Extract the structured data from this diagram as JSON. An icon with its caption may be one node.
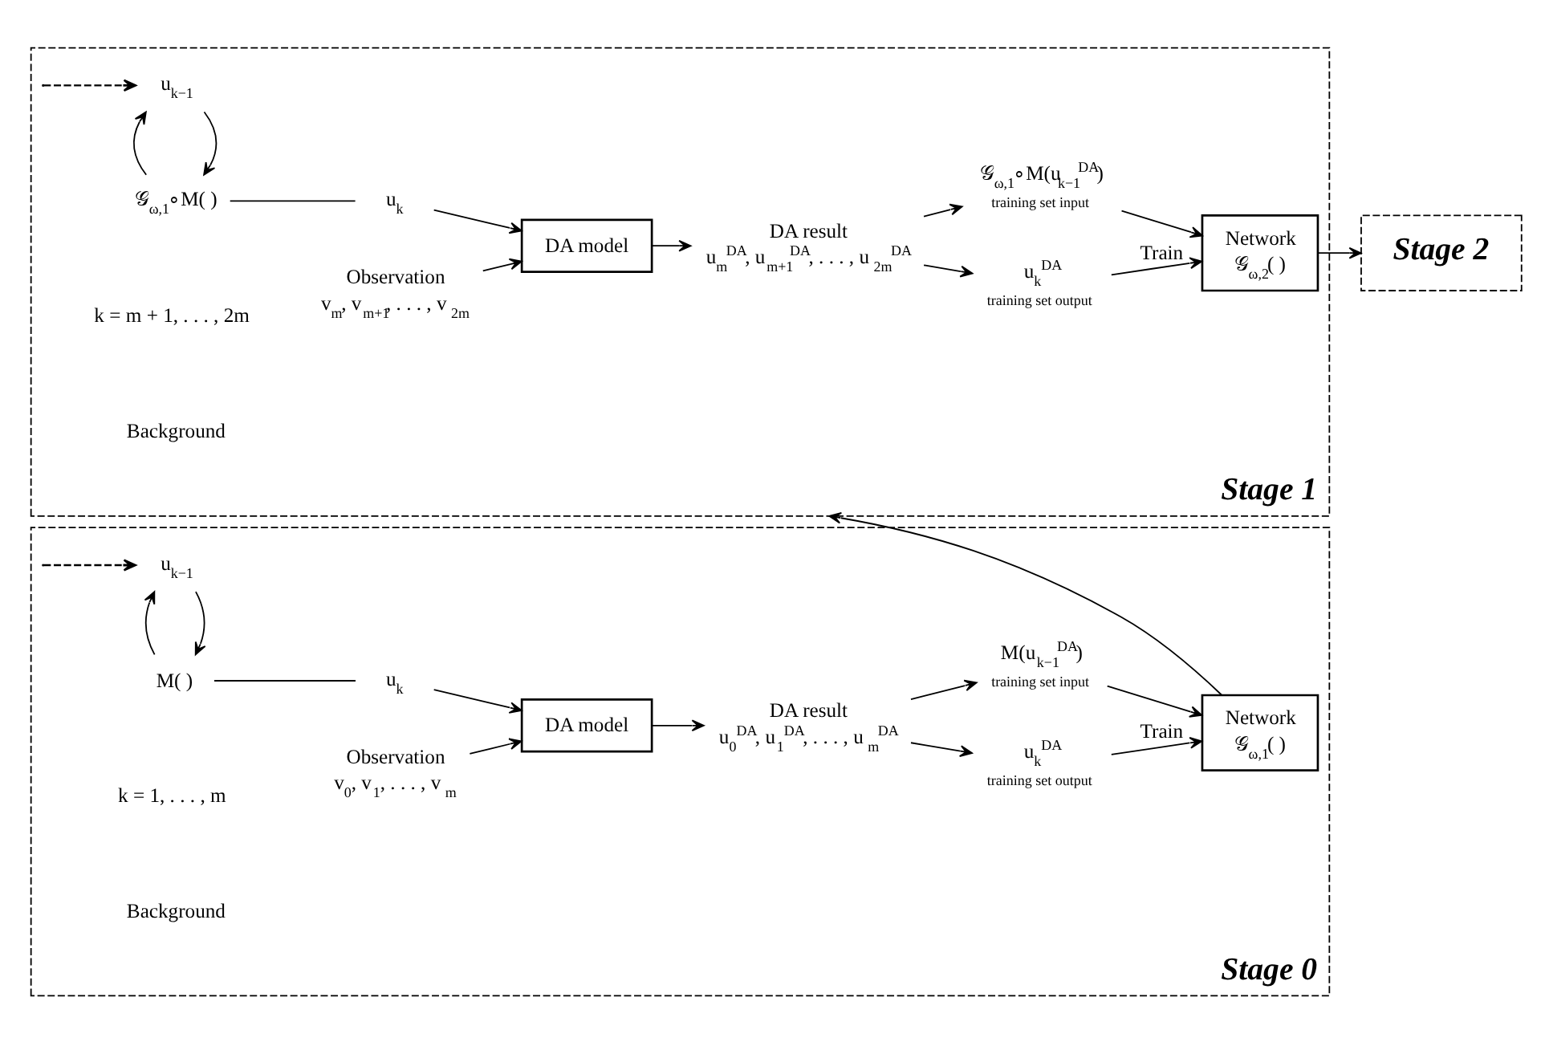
{
  "diagram": {
    "nodes": [
      {
        "text": [
          "Stage 0"
        ]
      },
      {
        "text": [
          "M( )"
        ],
        "in": 0
      },
      {
        "text": [
          "u$_{k−1}$"
        ],
        "in": 0
      },
      {
        "text": [
          "u$_{k}$"
        ],
        "in": 0
      },
      {
        "text": [
          "DA model"
        ],
        "in": 0
      },
      {
        "text": [
          "Observation",
          "v$_{0}$, v$_{1}$, . . . , v$_{m}$"
        ],
        "in": 0
      },
      {
        "text": [
          "DA result",
          "u$_{0}$$^{DA}$, u$_{1}$$^{DA}$, . . . , u$_{m}$$^{DA}$"
        ],
        "in": 0
      },
      {
        "text": [
          "u$_{k}$$^{DA}$"
        ],
        "beside": [
          "training set output"
        ],
        "in": 0
      },
      {
        "text": [
          "M(u$_{k−1}$$^{DA}$)"
        ],
        "beside": [
          "training set input"
        ],
        "in": 0
      },
      {
        "text": [
          "Network",
          "𝒢$_{ω,1}$( )"
        ],
        "in": 0
      },
      {
        "text": [
          "Stage 1"
        ]
      },
      {
        "text": [
          "𝒢$_{ω,1}$∘M( )"
        ],
        "in": 10
      },
      {
        "text": [
          "u$_{k−1}$"
        ],
        "in": 10
      },
      {
        "text": [
          "u$_{k}$"
        ],
        "in": 10
      },
      {
        "text": [
          "DA model"
        ],
        "in": 10
      },
      {
        "text": [
          "Observation",
          "v$_{m}$, v$_{m+1}$, . . . , v$_{2m}$"
        ],
        "in": 10
      },
      {
        "text": [
          "DA result",
          "u$_{m}$$^{DA}$, u$_{m+1}$$^{DA}$, . . . , u$_{2m}$$^{DA}$"
        ],
        "in": 10
      },
      {
        "text": [
          "u$_{k}$$^{DA}$"
        ],
        "beside": [
          "training set output"
        ],
        "in": 10
      },
      {
        "text": [
          "𝒢$_{ω,1}$∘M(u$_{k−1}$$^{DA}$)"
        ],
        "beside": [
          "training set input"
        ],
        "in": 10
      },
      {
        "text": [
          "Network",
          "𝒢$_{ω,2}$( )"
        ],
        "in": 10
      },
      {
        "text": [
          "Stage 2"
        ]
      }
    ],
    "edges": [
      {
        "from": 2,
        "to": 1,
        "arrow": "to"
      },
      {
        "from": 1,
        "to": 2,
        "arrow": "to"
      },
      {
        "from": null,
        "to": 2,
        "arrow": "to",
        "style": "dashed"
      },
      {
        "from": 1,
        "to": 3,
        "arrow": "none"
      },
      {
        "from": 3,
        "to": 4,
        "arrow": "to"
      },
      {
        "from": 5,
        "to": 4,
        "arrow": "to"
      },
      {
        "from": 4,
        "to": 6,
        "arrow": "to"
      },
      {
        "from": 6,
        "to": 7,
        "arrow": "to"
      },
      {
        "from": 6,
        "to": 8,
        "arrow": "to"
      },
      {
        "from": 7,
        "to": 9,
        "arrow": "to",
        "label": "Train"
      },
      {
        "from": 8,
        "to": 9,
        "arrow": "to"
      },
      {
        "from": 9,
        "to": 10,
        "arrow": "to"
      },
      {
        "from": 12,
        "to": 11,
        "arrow": "to"
      },
      {
        "from": 11,
        "to": 12,
        "arrow": "to"
      },
      {
        "from": null,
        "to": 12,
        "arrow": "to",
        "style": "dashed"
      },
      {
        "from": 11,
        "to": 13,
        "arrow": "none"
      },
      {
        "from": 13,
        "to": 14,
        "arrow": "to"
      },
      {
        "from": 15,
        "to": 14,
        "arrow": "to"
      },
      {
        "from": 14,
        "to": 16,
        "arrow": "to"
      },
      {
        "from": 16,
        "to": 17,
        "arrow": "to"
      },
      {
        "from": 16,
        "to": 18,
        "arrow": "to"
      },
      {
        "from": 17,
        "to": 19,
        "arrow": "to",
        "label": "Train"
      },
      {
        "from": 18,
        "to": 19,
        "arrow": "to"
      },
      {
        "from": 19,
        "to": 20,
        "arrow": "to"
      }
    ],
    "labels": [
      "Background",
      "k = 1, . . . , m",
      "Background",
      "k = m + 1, . . . , 2m"
    ]
  }
}
